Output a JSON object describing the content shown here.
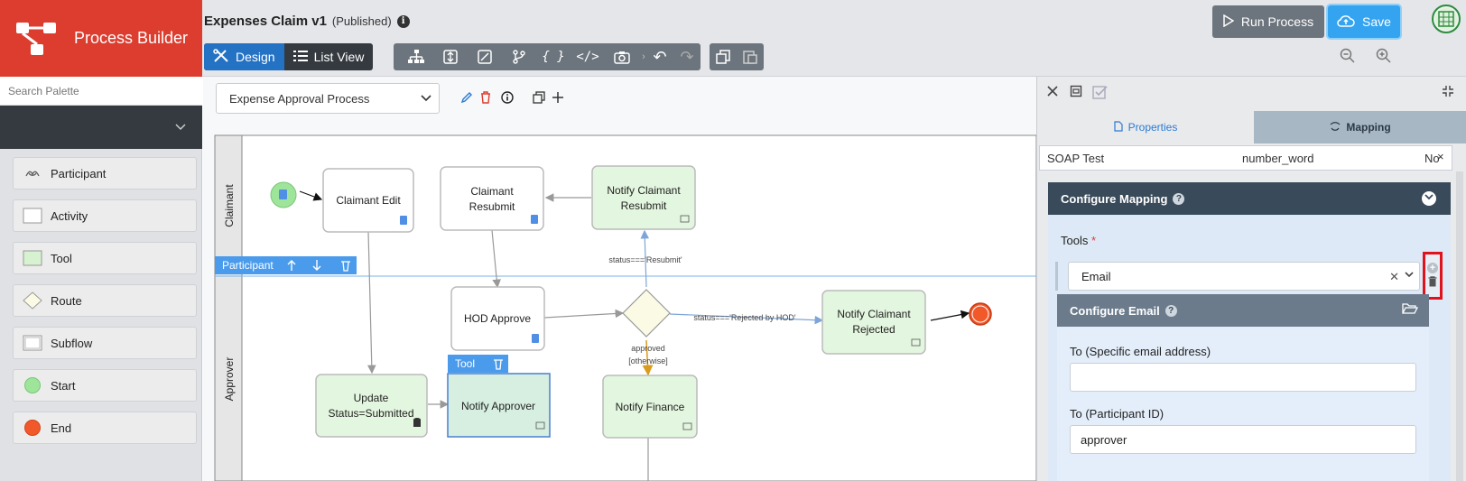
{
  "app": {
    "title": "Process Builder"
  },
  "header": {
    "doc_title": "Expenses Claim v1",
    "doc_status": "(Published)",
    "view_tabs": {
      "design": "Design",
      "list_view": "List View"
    },
    "run_process": "Run Process",
    "save": "Save"
  },
  "sidebar": {
    "search_placeholder": "Search Palette",
    "items": [
      {
        "label": "Participant",
        "icon": "participant-icon"
      },
      {
        "label": "Activity",
        "icon": "activity-icon"
      },
      {
        "label": "Tool",
        "icon": "tool-icon"
      },
      {
        "label": "Route",
        "icon": "route-icon"
      },
      {
        "label": "Subflow",
        "icon": "subflow-icon"
      },
      {
        "label": "Start",
        "icon": "start-icon"
      },
      {
        "label": "End",
        "icon": "end-icon"
      }
    ]
  },
  "canvas": {
    "process_name": "Expense Approval Process",
    "lanes": {
      "claimant": "Claimant",
      "approver": "Approver"
    },
    "participant_toolbar": "Participant",
    "tool_toolbar": "Tool",
    "nodes": {
      "claimant_edit": "Claimant Edit",
      "claimant_resubmit_1": "Claimant",
      "claimant_resubmit_2": "Resubmit",
      "notify_resubmit_1": "Notify Claimant",
      "notify_resubmit_2": "Resubmit",
      "hod_approve": "HOD Approve",
      "notify_rejected_1": "Notify Claimant",
      "notify_rejected_2": "Rejected",
      "update_status_1": "Update",
      "update_status_2": "Status=Submitted",
      "notify_approver": "Notify Approver",
      "notify_finance": "Notify Finance"
    },
    "conditions": {
      "resubmit": "status==='Resubmit'",
      "rejected": "status==='Rejected by HOD'",
      "approved_1": "approved",
      "approved_2": "[otherwise]"
    }
  },
  "panel": {
    "tabs": {
      "properties": "Properties",
      "mapping": "Mapping"
    },
    "context": {
      "col1": "SOAP Test",
      "col2": "number_word",
      "col3": "No"
    },
    "configure_mapping": "Configure Mapping",
    "tools_label": "Tools",
    "tools_required": "*",
    "tools_value": "Email",
    "configure_email": "Configure Email",
    "to_email_label": "To (Specific email address)",
    "to_email_value": "",
    "to_participant_label": "To (Participant ID)",
    "to_participant_value": "approver"
  },
  "colors": {
    "brand_red": "#dc3d2f",
    "primary_blue": "#2372c4",
    "save_blue": "#34a4f1",
    "tool_green": "#e3f6df",
    "dark_header": "#394a5a"
  }
}
